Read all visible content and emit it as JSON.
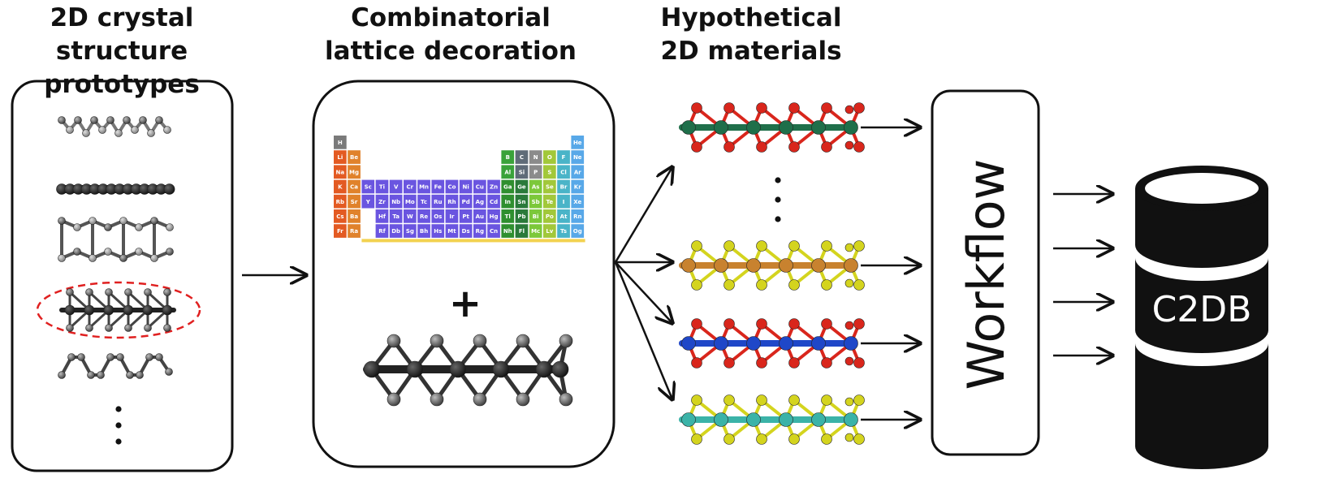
{
  "headings": {
    "prototypes": "2D crystal structure\nprototypes",
    "decoration": "Combinatorial\nlattice decoration",
    "hypothetical": "Hypothetical\n2D materials"
  },
  "middle": {
    "plus": "+"
  },
  "workflow": {
    "label": "Workflow"
  },
  "database": {
    "label": "C2DB"
  },
  "colors": {
    "line": "#111111",
    "highlight_ellipse": "#e02020",
    "material_1": [
      "#1f6f4a",
      "#d9261c"
    ],
    "material_2": [
      "#c8822f",
      "#d4d41e"
    ],
    "material_3": [
      "#1f47c8",
      "#d9261c"
    ],
    "material_4": [
      "#3bb3a8",
      "#d4d41e"
    ]
  },
  "periodic_table": {
    "rows": [
      [
        "H",
        "",
        "",
        "",
        "",
        "",
        "",
        "",
        "",
        "",
        "",
        "",
        "",
        "",
        "",
        "",
        "",
        "He"
      ],
      [
        "Li",
        "Be",
        "",
        "",
        "",
        "",
        "",
        "",
        "",
        "",
        "",
        "",
        "B",
        "C",
        "N",
        "O",
        "F",
        "Ne"
      ],
      [
        "Na",
        "Mg",
        "",
        "",
        "",
        "",
        "",
        "",
        "",
        "",
        "",
        "",
        "Al",
        "Si",
        "P",
        "S",
        "Cl",
        "Ar"
      ],
      [
        "K",
        "Ca",
        "Sc",
        "Ti",
        "V",
        "Cr",
        "Mn",
        "Fe",
        "Co",
        "Ni",
        "Cu",
        "Zn",
        "Ga",
        "Ge",
        "As",
        "Se",
        "Br",
        "Kr"
      ],
      [
        "Rb",
        "Sr",
        "Y",
        "Zr",
        "Nb",
        "Mo",
        "Tc",
        "Ru",
        "Rh",
        "Pd",
        "Ag",
        "Cd",
        "In",
        "Sn",
        "Sb",
        "Te",
        "I",
        "Xe"
      ],
      [
        "Cs",
        "Ba",
        "",
        "Hf",
        "Ta",
        "W",
        "Re",
        "Os",
        "Ir",
        "Pt",
        "Au",
        "Hg",
        "Tl",
        "Pb",
        "Bi",
        "Po",
        "At",
        "Rn"
      ],
      [
        "Fr",
        "Ra",
        "",
        "Rf",
        "Db",
        "Sg",
        "Bh",
        "Hs",
        "Mt",
        "Ds",
        "Rg",
        "Cn",
        "Nh",
        "Fl",
        "Mc",
        "Lv",
        "Ts",
        "Og"
      ]
    ]
  }
}
